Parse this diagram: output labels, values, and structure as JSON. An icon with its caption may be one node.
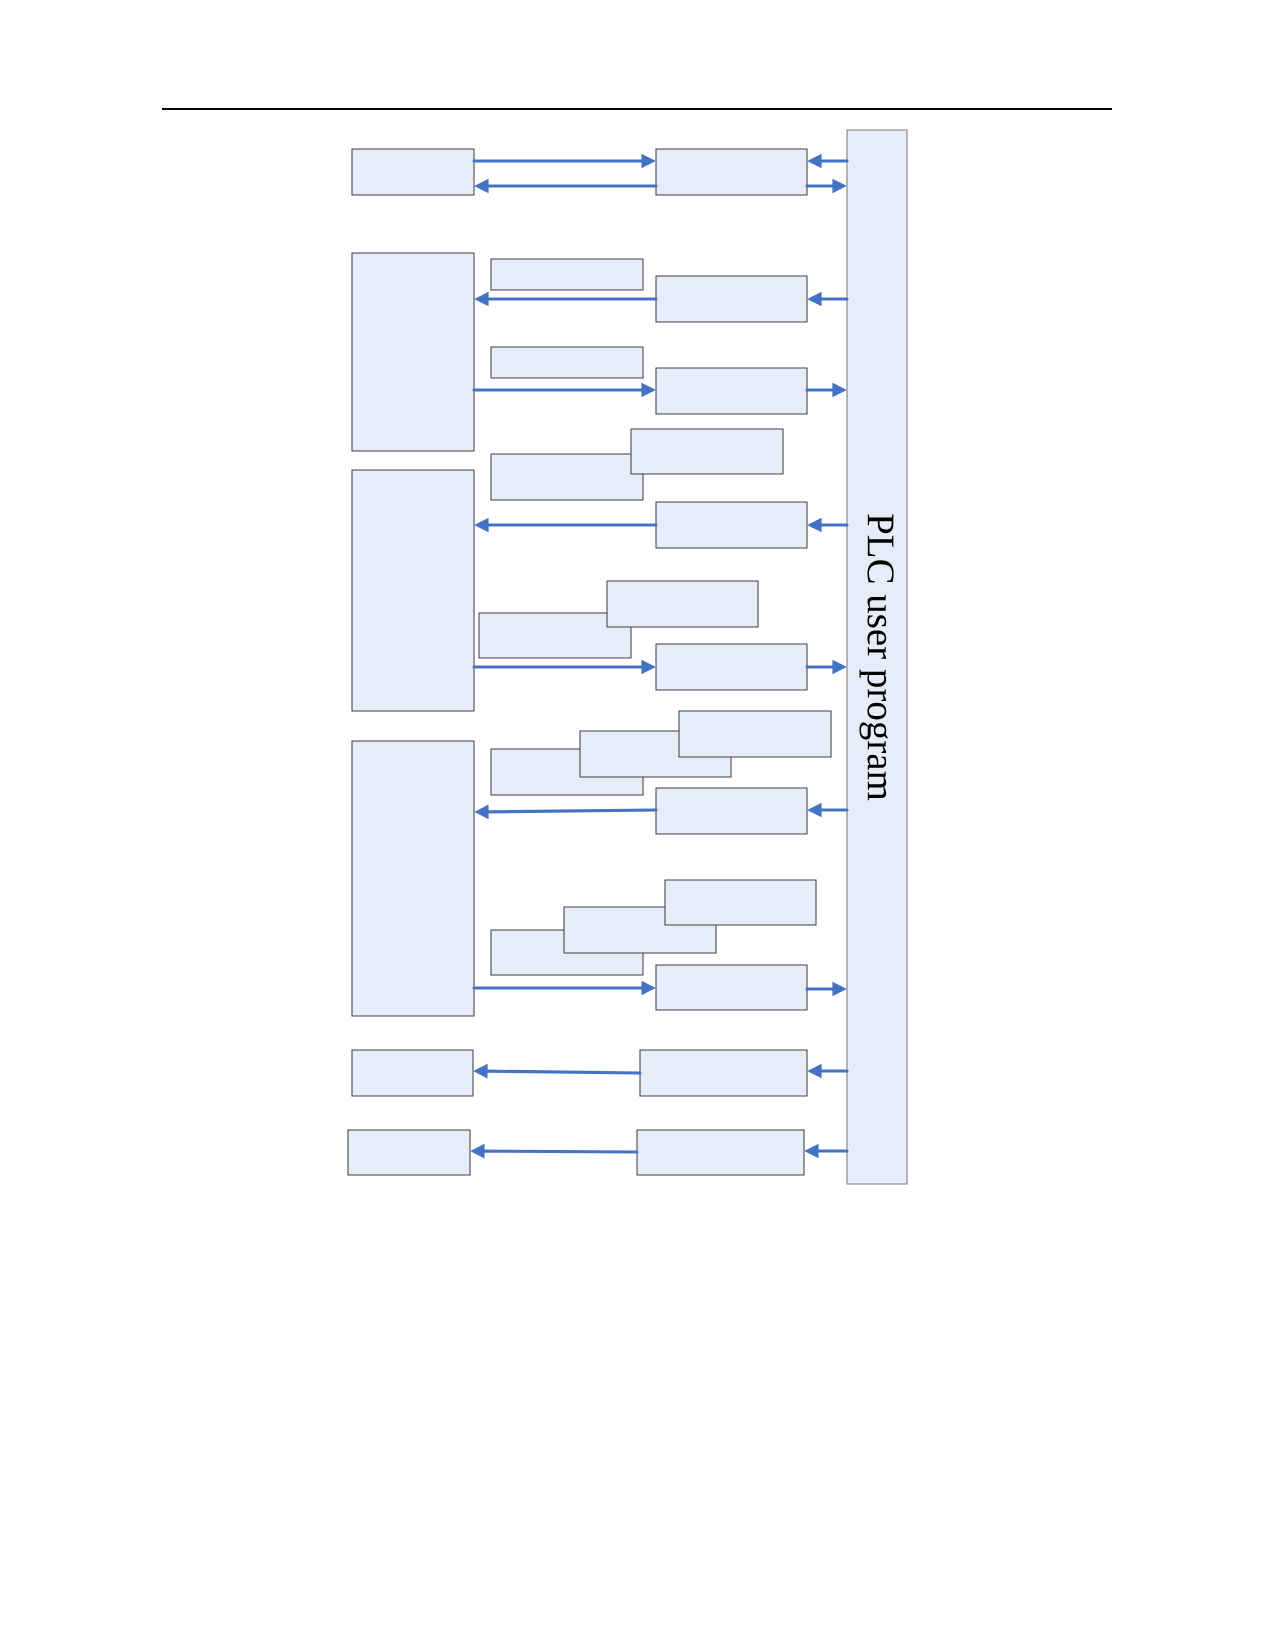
{
  "diagram": {
    "nodes": [
      {
        "text": [],
        "shape": "box"
      },
      {
        "text": [],
        "shape": "box"
      },
      {
        "text": [
          "PLC user program"
        ]
      },
      {
        "text": [],
        "shape": "box"
      },
      {
        "text": [],
        "shape": "box"
      },
      {
        "text": [],
        "shape": "box"
      },
      {
        "text": [],
        "shape": "box"
      },
      {
        "text": [],
        "shape": "box"
      },
      {
        "text": [],
        "shape": "box"
      },
      {
        "text": [],
        "shape": "box"
      },
      {
        "text": [],
        "shape": "box"
      },
      {
        "text": [],
        "shape": "box"
      },
      {
        "text": [],
        "shape": "box"
      },
      {
        "text": [],
        "shape": "box"
      },
      {
        "text": [],
        "shape": "box"
      },
      {
        "text": [],
        "shape": "box"
      },
      {
        "text": [],
        "shape": "box"
      },
      {
        "text": [],
        "shape": "box"
      },
      {
        "text": [],
        "shape": "box"
      },
      {
        "text": [],
        "shape": "box"
      },
      {
        "text": [],
        "shape": "box"
      },
      {
        "text": [],
        "shape": "box"
      },
      {
        "text": [],
        "shape": "box"
      },
      {
        "text": [],
        "shape": "box"
      },
      {
        "text": [],
        "shape": "box"
      },
      {
        "text": [],
        "shape": "box"
      },
      {
        "text": [],
        "shape": "box"
      },
      {
        "text": [],
        "shape": "box"
      }
    ],
    "edges": [
      {
        "from": 0,
        "to": 1,
        "arrow": "to"
      },
      {
        "from": 1,
        "to": 0,
        "arrow": "to"
      },
      {
        "from": 2,
        "to": 1,
        "arrow": "to"
      },
      {
        "from": 1,
        "to": 2,
        "arrow": "to"
      },
      {
        "from": 5,
        "to": 3,
        "arrow": "to"
      },
      {
        "from": 2,
        "to": 5,
        "arrow": "to"
      },
      {
        "from": 3,
        "to": 7,
        "arrow": "to"
      },
      {
        "from": 7,
        "to": 2,
        "arrow": "to"
      },
      {
        "from": 11,
        "to": 10,
        "arrow": "to"
      },
      {
        "from": 2,
        "to": 11,
        "arrow": "to"
      },
      {
        "from": 10,
        "to": 14,
        "arrow": "to"
      },
      {
        "from": 14,
        "to": 2,
        "arrow": "to"
      },
      {
        "from": 19,
        "to": 18,
        "arrow": "to"
      },
      {
        "from": 2,
        "to": 19,
        "arrow": "to"
      },
      {
        "from": 18,
        "to": 23,
        "arrow": "to"
      },
      {
        "from": 23,
        "to": 2,
        "arrow": "to"
      },
      {
        "from": 25,
        "to": 24,
        "arrow": "to"
      },
      {
        "from": 2,
        "to": 25,
        "arrow": "to"
      },
      {
        "from": 27,
        "to": 26,
        "arrow": "to"
      },
      {
        "from": 2,
        "to": 27,
        "arrow": "to"
      }
    ]
  }
}
